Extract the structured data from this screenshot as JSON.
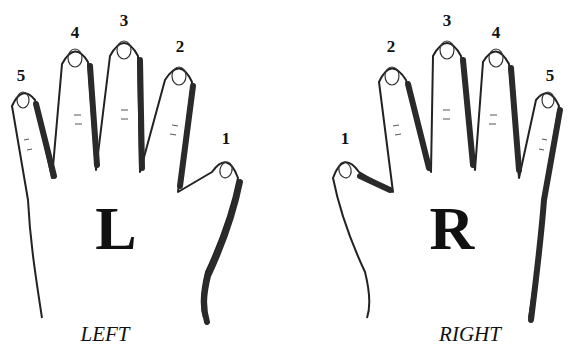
{
  "diagram": {
    "labels": [
      "5",
      "4",
      "3",
      "2",
      "1",
      "L",
      "LEFT",
      "1",
      "2",
      "3",
      "4",
      "5",
      "R",
      "RIGHT"
    ]
  }
}
